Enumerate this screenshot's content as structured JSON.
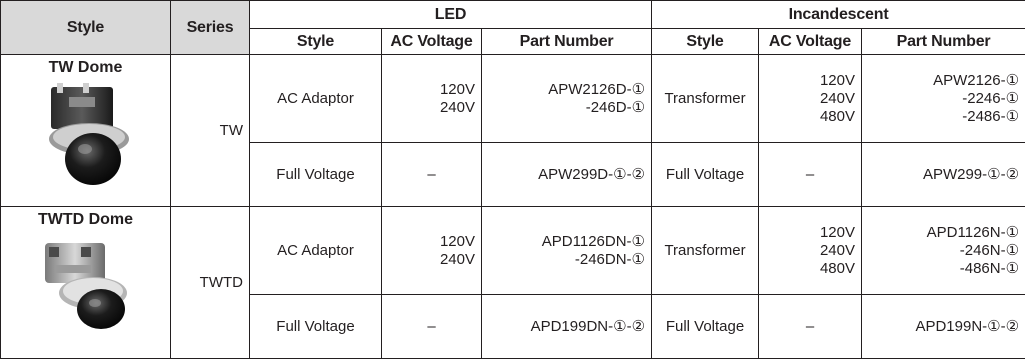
{
  "headers": {
    "style": "Style",
    "series": "Series",
    "led": "LED",
    "incandescent": "Incandescent",
    "sub_style": "Style",
    "sub_voltage": "AC Voltage",
    "sub_part": "Part Number"
  },
  "groups": [
    {
      "name": "TW Dome",
      "series": "TW",
      "rows": [
        {
          "led_style": "AC Adaptor",
          "led_voltage": [
            "120V",
            "240V"
          ],
          "led_part": [
            "APW2126D-①",
            "-246D-①"
          ],
          "inc_style": "Transformer",
          "inc_voltage": [
            "120V",
            "240V",
            "480V"
          ],
          "inc_part": [
            "APW2126-①",
            "-2246-①",
            "-2486-①"
          ]
        },
        {
          "led_style": "Full Voltage",
          "led_voltage": [
            "–"
          ],
          "led_part": [
            "APW299D-①-②"
          ],
          "inc_style": "Full Voltage",
          "inc_voltage": [
            "–"
          ],
          "inc_part": [
            "APW299-①-②"
          ]
        }
      ]
    },
    {
      "name": "TWTD Dome",
      "series": "TWTD",
      "rows": [
        {
          "led_style": "AC Adaptor",
          "led_voltage": [
            "120V",
            "240V"
          ],
          "led_part": [
            "APD1126DN-①",
            "-246DN-①"
          ],
          "inc_style": "Transformer",
          "inc_voltage": [
            "120V",
            "240V",
            "480V"
          ],
          "inc_part": [
            "APD1126N-①",
            "-246N-①",
            "-486N-①"
          ]
        },
        {
          "led_style": "Full Voltage",
          "led_voltage": [
            "–"
          ],
          "led_part": [
            "APD199DN-①-②"
          ],
          "inc_style": "Full Voltage",
          "inc_voltage": [
            "–"
          ],
          "inc_part": [
            "APD199N-①-②"
          ]
        }
      ]
    }
  ],
  "colors": {
    "header_bg": "#d9d9d9",
    "rule": "#231f20",
    "text": "#231f20"
  },
  "icons": [
    "tw-dome-product-photo",
    "twtd-dome-product-photo"
  ]
}
